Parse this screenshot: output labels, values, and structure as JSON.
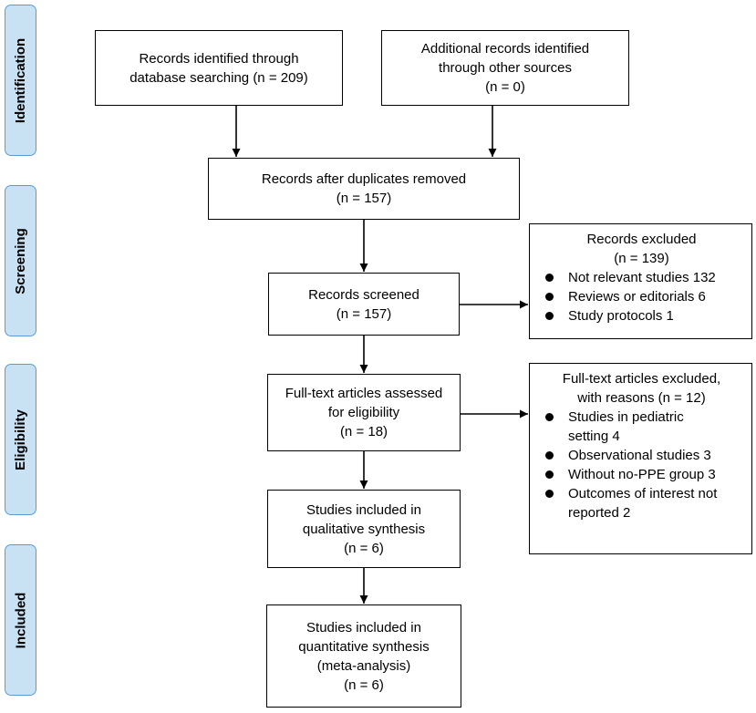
{
  "phases": {
    "identification": "Identification",
    "screening": "Screening",
    "eligibility": "Eligibility",
    "included": "Included"
  },
  "boxes": {
    "database": [
      "Records identified through",
      "database searching (n = 209)"
    ],
    "other_sources": [
      "Additional records identified",
      "through other sources",
      "(n = 0)"
    ],
    "duplicates_removed": [
      "Records after duplicates removed",
      "(n = 157)"
    ],
    "screened": [
      "Records screened",
      "(n = 157)"
    ],
    "full_text": [
      "Full-text articles assessed",
      "for eligibility",
      "(n = 18)"
    ],
    "qualitative": [
      "Studies included in",
      "qualitative synthesis",
      "(n = 6)"
    ],
    "quantitative": [
      "Studies included in",
      "quantitative synthesis",
      "(meta-analysis)",
      "(n = 6)"
    ]
  },
  "records_excluded": {
    "head": [
      "Records excluded",
      "(n = 139)"
    ],
    "items": [
      "Not relevant studies 132",
      "Reviews or editorials 6",
      "Study protocols 1"
    ]
  },
  "fulltext_excluded": {
    "head": [
      "Full-text articles excluded,",
      "with reasons (n = 12)"
    ],
    "items": [
      [
        "Studies in pediatric",
        "setting 4"
      ],
      [
        "Observational studies 3"
      ],
      [
        "Without no-PPE group 3"
      ],
      [
        "Outcomes of interest not",
        "reported 2"
      ]
    ]
  }
}
